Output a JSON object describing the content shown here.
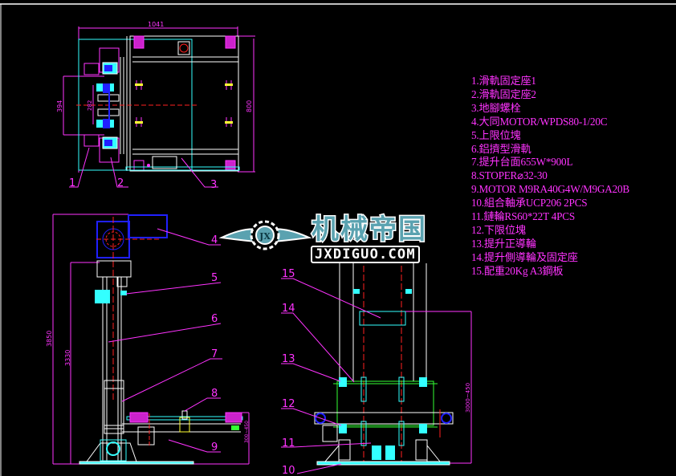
{
  "drawing": {
    "background": "#000000",
    "colors": {
      "dimension": "#ff33ff",
      "outline": "#ffffff",
      "cyan": "#33ffff",
      "centerline": "#ff2020",
      "motor": "#2020ff",
      "green": "#33ff33"
    },
    "top_view": {
      "width_dim": "1041",
      "depth_dim": "800",
      "inner_dim": "394",
      "inner_dim2": "282",
      "callouts": [
        "1",
        "2",
        "3"
      ]
    },
    "side_view": {
      "height_dim": "3850",
      "height_dim2": "3330",
      "stroke_dim": "300~450",
      "callouts": [
        "4",
        "5",
        "6",
        "7",
        "8",
        "9"
      ]
    },
    "front_view": {
      "stroke_dim": "3000~450",
      "callouts": [
        "10",
        "11",
        "12",
        "13",
        "14",
        "15"
      ]
    }
  },
  "parts_list": [
    "1.滑軌固定座1",
    "2.滑軌固定座2",
    "3.地腳螺栓",
    "4.大同MOTOR/WPDS80-1/20C",
    "5.上限位塊",
    "6.鋁擠型滑軌",
    "7.提升台面655W*900L",
    "8.STOPER⌀32-30",
    "9.MOTOR  M9RA40G4W/M9GA20B",
    "10.組合軸承UCP206  2PCS",
    "11.鏈輪RS60*22T  4PCS",
    "12.下限位塊",
    "13.提升正導輪",
    "14.提升側導輪及固定座",
    "15.配重20Kg   A3鋼板"
  ],
  "watermark": {
    "cn": "机械帝国",
    "en": "JXDIGUO.COM",
    "badge": "JX"
  }
}
